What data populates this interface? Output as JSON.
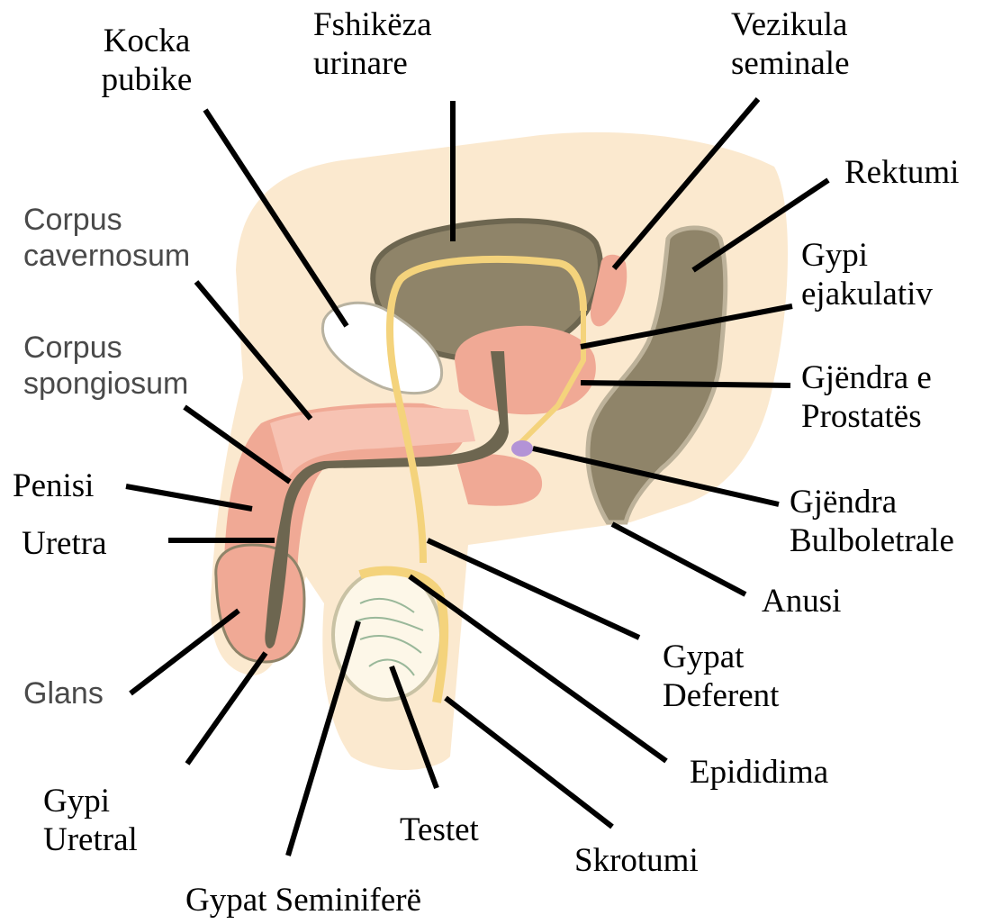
{
  "labels": {
    "kocka_pubike": [
      "Kocka",
      "pubike"
    ],
    "fshikeza_urinare": [
      "Fshikëza",
      "urinare"
    ],
    "vezikula_seminale": [
      "Vezikula",
      "seminale"
    ],
    "rektumi": [
      "Rektumi"
    ],
    "corpus_cavernosum": [
      "Corpus",
      "cavernosum"
    ],
    "gypi_ejakulativ": [
      "Gypi",
      "ejakulativ"
    ],
    "corpus_spongiosum": [
      "Corpus",
      "spongiosum"
    ],
    "gjendra_prostates": [
      "Gjëndra e",
      "Prostatës"
    ],
    "penisi": [
      "Penisi"
    ],
    "gjendra_bulboletrale": [
      "Gjëndra",
      "Bulboletrale"
    ],
    "uretra": [
      "Uretra"
    ],
    "anusi": [
      "Anusi"
    ],
    "glans": [
      "Glans"
    ],
    "gypat_deferent": [
      "Gypat",
      "Deferent"
    ],
    "epididima": [
      "Epididima"
    ],
    "gypi_uretral": [
      "Gypi",
      "Uretral"
    ],
    "testet": [
      "Testet"
    ],
    "skrotumi": [
      "Skrotumi"
    ],
    "gypat_seminifere": [
      "Gypat Seminiferë"
    ]
  },
  "colors": {
    "skin": "#fbe9cf",
    "organ_brown": "#8f8469",
    "organ_dark": "#5f5a44",
    "pink": "#f0a995",
    "pink_light": "#f7c3b3",
    "duct_yellow": "#f4d37c",
    "bulbourethral_purple": "#b393d6",
    "leader_line": "#000000"
  }
}
